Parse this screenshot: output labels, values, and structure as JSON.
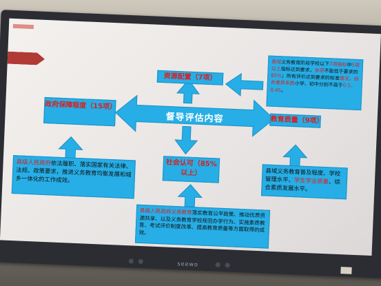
{
  "center": {
    "label": "督导评估内容"
  },
  "resources": {
    "title": "资源配置（7项）",
    "desc_red1": "县域",
    "desc_1": "义务教育阶段学校以下",
    "desc_red2": "7项指标",
    "desc_2": "中",
    "desc_red3": "5项以上",
    "desc_3": "指标达到要求，",
    "desc_red4": "余项",
    "desc_4": "不能低于要求的",
    "desc_red5": "85%",
    "desc_5": "；所有评价达到要求的标准",
    "desc_red6": "情况，综合差异系数",
    "desc_6": "小学、初中分别不高于",
    "desc_red7": "0.5、0.45",
    "desc_7": "。"
  },
  "government": {
    "title": "政府保障程度（15项）",
    "desc_red": "县级人民政府",
    "desc": "依法履职、落实国家有关法律、法规、政策要求，推进义务教育均衡发展和城乡一体化的工作成效。"
  },
  "quality": {
    "title": "教育质量（9项）",
    "desc_1": "县域义务教育普及程度、学校管理水平、",
    "desc_red": "学生学业质量",
    "desc_2": "、综合素质发展水平。"
  },
  "social": {
    "title": "社会认可（85%以上）",
    "desc_red": "县级人民政府义务教育",
    "desc": "落实教育公平政策、推动优质资源共享、以及义务教育学校规范办学行为、实施素质教育、考试评价制度改革、提高教育质量等方面取得的成效。"
  },
  "device": {
    "brand": "seewo"
  },
  "colors": {
    "box": "#27aee6",
    "emphasis": "#d91f1f",
    "arrow": "#27aee6"
  }
}
